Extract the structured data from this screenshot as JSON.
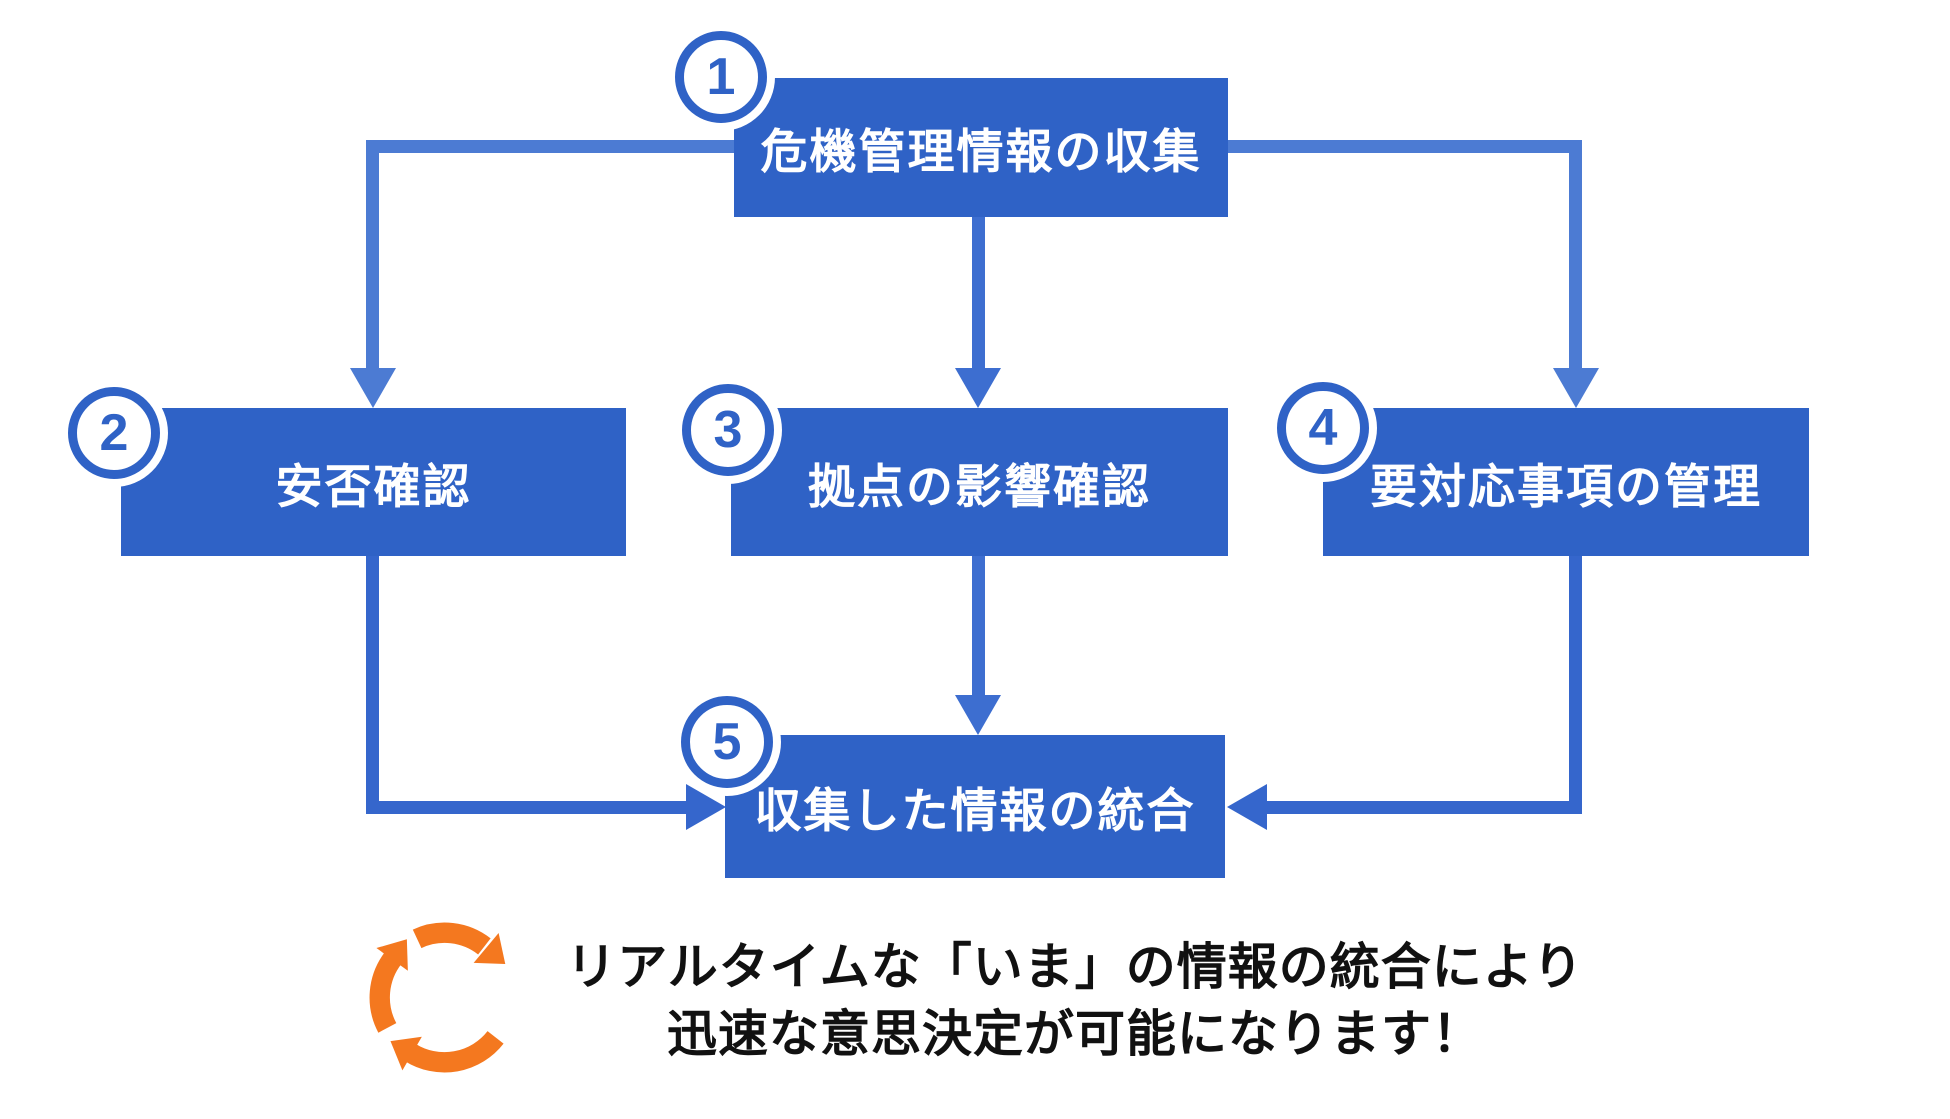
{
  "diagram": {
    "title_implicit": "crisis-management information flow",
    "boxes": [
      {
        "number": "1",
        "label": "危機管理情報の収集"
      },
      {
        "number": "2",
        "label": "安否確認"
      },
      {
        "number": "3",
        "label": "拠点の影響確認"
      },
      {
        "number": "4",
        "label": "要対応事項の管理"
      },
      {
        "number": "5",
        "label": "収集した情報の統合"
      }
    ],
    "connections": [
      {
        "from": "1",
        "to": "2"
      },
      {
        "from": "1",
        "to": "3"
      },
      {
        "from": "1",
        "to": "4"
      },
      {
        "from": "2",
        "to": "5"
      },
      {
        "from": "3",
        "to": "5"
      },
      {
        "from": "4",
        "to": "5"
      }
    ],
    "footer": {
      "icon": "cycle-refresh-icon",
      "line1": "リアルタイムな「いま」の情報の統合により",
      "line2": "迅速な意思決定が可能になります！"
    },
    "colors": {
      "box": "#2F62C6",
      "connector_light": "#4C7BD3",
      "connector": "#3D6ED0",
      "connector_dark": "#3566CC",
      "accent_orange": "#F4781F",
      "text": "#111111"
    }
  }
}
